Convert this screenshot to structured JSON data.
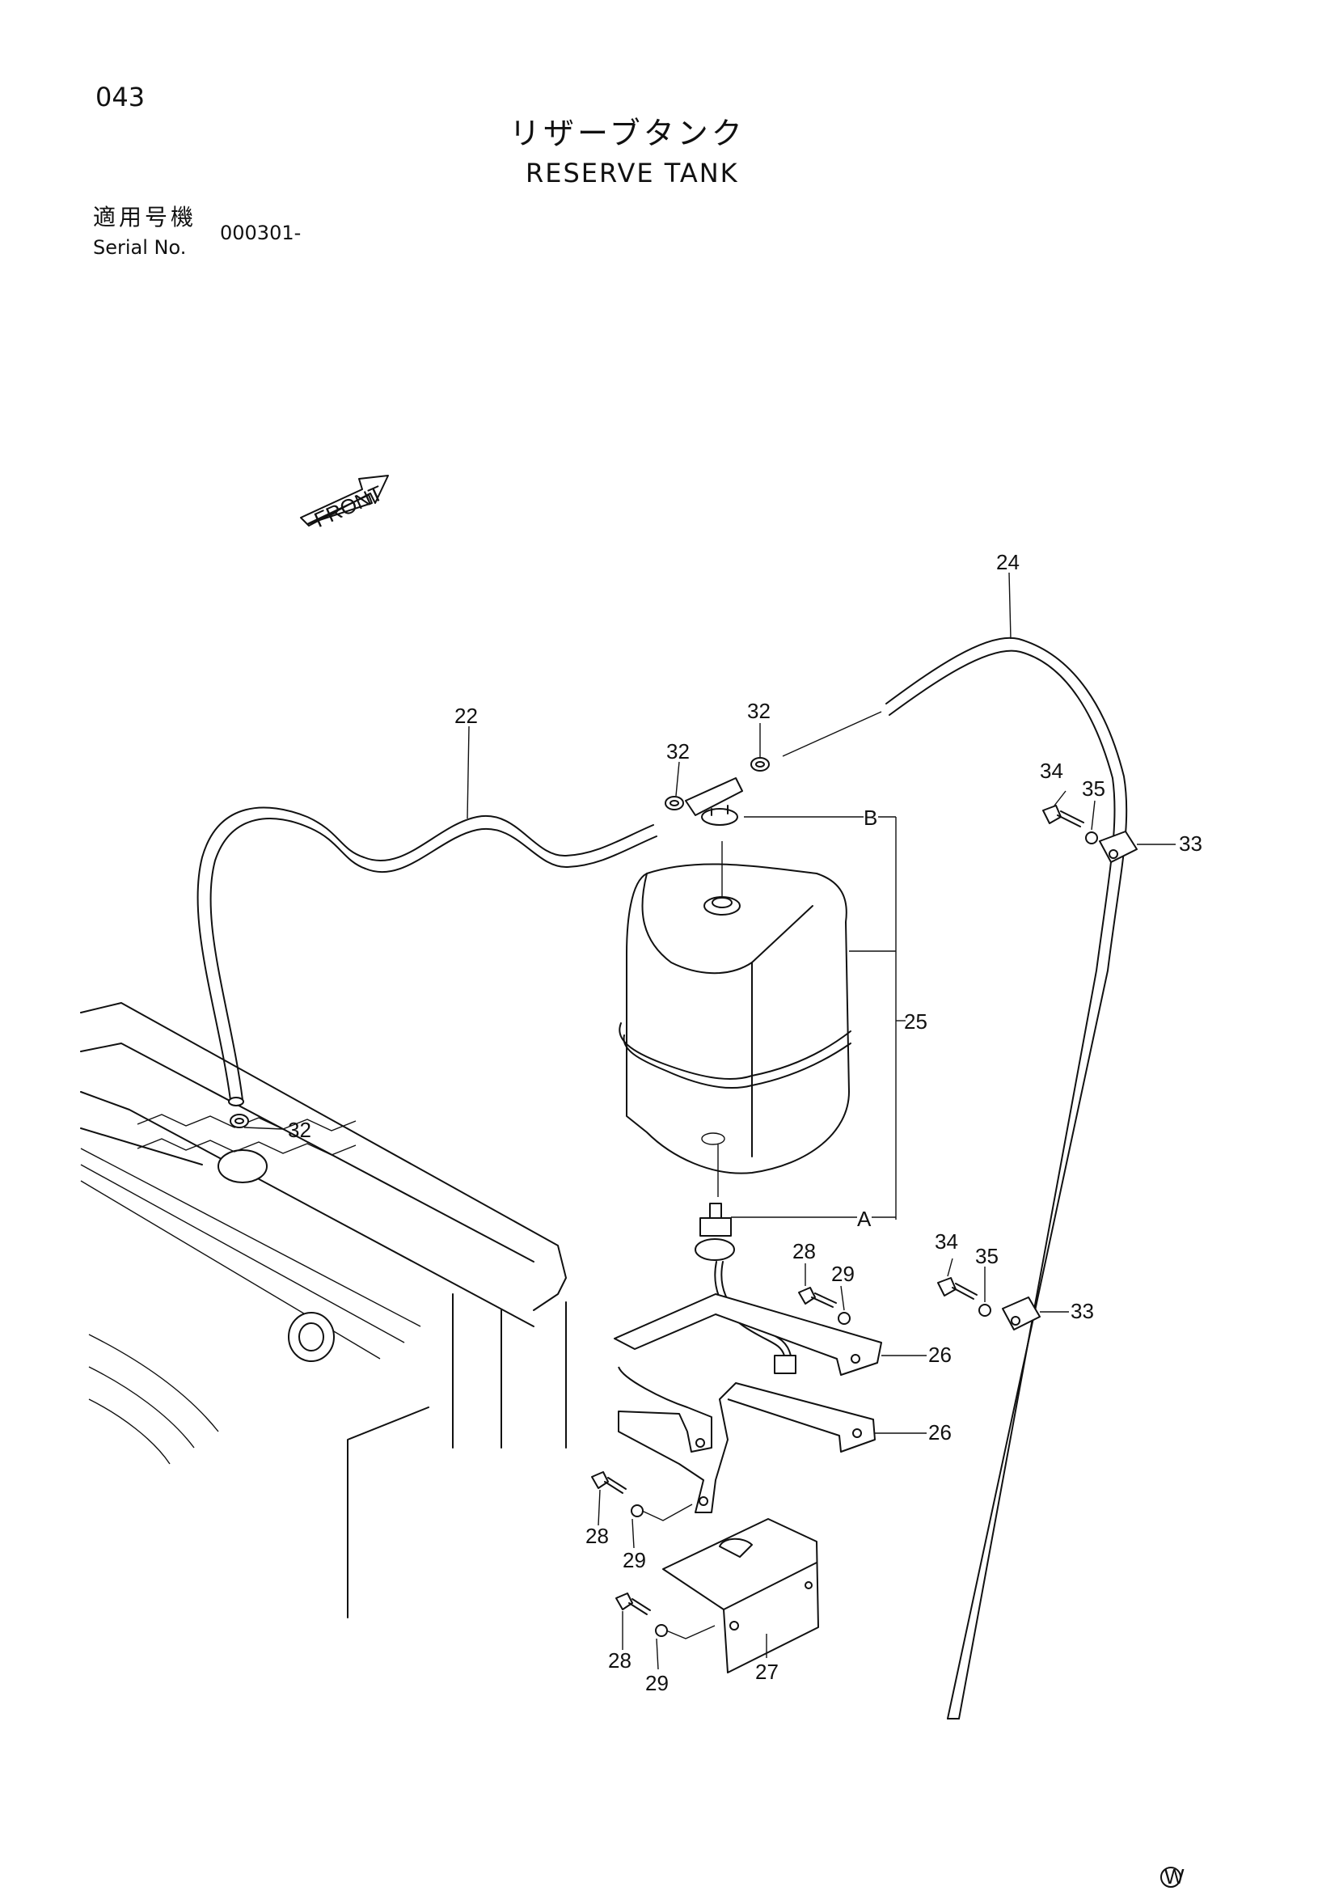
{
  "header": {
    "page_number": "043",
    "title_jp": "リザーブタンク",
    "title_en": "RESERVE TANK",
    "serial_label_jp": "適用号機",
    "serial_label_en": "Serial No.",
    "serial_value": "000301-"
  },
  "direction_tag": "FRONT",
  "callouts": {
    "hose_upper": "22",
    "hose_long": "24",
    "tank": "25",
    "bracket_upper": "26",
    "bracket_lower": "26",
    "plate": "27",
    "bolt_a": "28",
    "washer_a": "29",
    "bolt_b": "28",
    "washer_b": "29",
    "bolt_c": "28",
    "washer_c": "29",
    "clamp_radiator": "32",
    "clamp_tee_left": "32",
    "clamp_tee_right": "32",
    "clip_upper": "33",
    "clip_lower": "33",
    "bolt_upper": "34",
    "bolt_lower": "34",
    "washer_upper": "35",
    "washer_lower": "35",
    "port_b": "B",
    "port_a": "A"
  },
  "corner_mark": "W"
}
